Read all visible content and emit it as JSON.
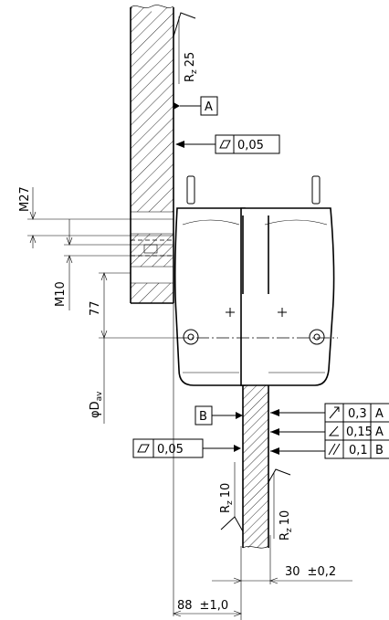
{
  "roughness": {
    "plate_surface": {
      "symbol": "R",
      "subscript": "z",
      "value": "25"
    },
    "rail_left": {
      "symbol": "R",
      "subscript": "z",
      "value": "10"
    },
    "rail_right": {
      "symbol": "R",
      "subscript": "z",
      "value": "10"
    }
  },
  "datums": {
    "a": {
      "letter": "A"
    },
    "b": {
      "letter": "B"
    }
  },
  "tolerances": {
    "plate_flatness": {
      "symbol": "flatness",
      "value": "0,05"
    },
    "rail_flatness": {
      "symbol": "flatness",
      "value": "0,05"
    },
    "runout": {
      "symbol": "runout",
      "value": "0,3",
      "datum": "A"
    },
    "angularity": {
      "symbol": "angularity",
      "value": "0,15",
      "datum": "A"
    },
    "parallelism": {
      "symbol": "parallelism",
      "value": "0,1",
      "datum": "B"
    }
  },
  "dimensions": {
    "thread_large": "M27",
    "thread_small": "M10",
    "center_distance": "77",
    "diameter_prefix": "φD",
    "diameter_subscript": "av",
    "rail_thickness": {
      "value": "30",
      "tolerance": "±0,2"
    },
    "plate_offset": {
      "value": "88",
      "tolerance": "±1,0"
    }
  }
}
